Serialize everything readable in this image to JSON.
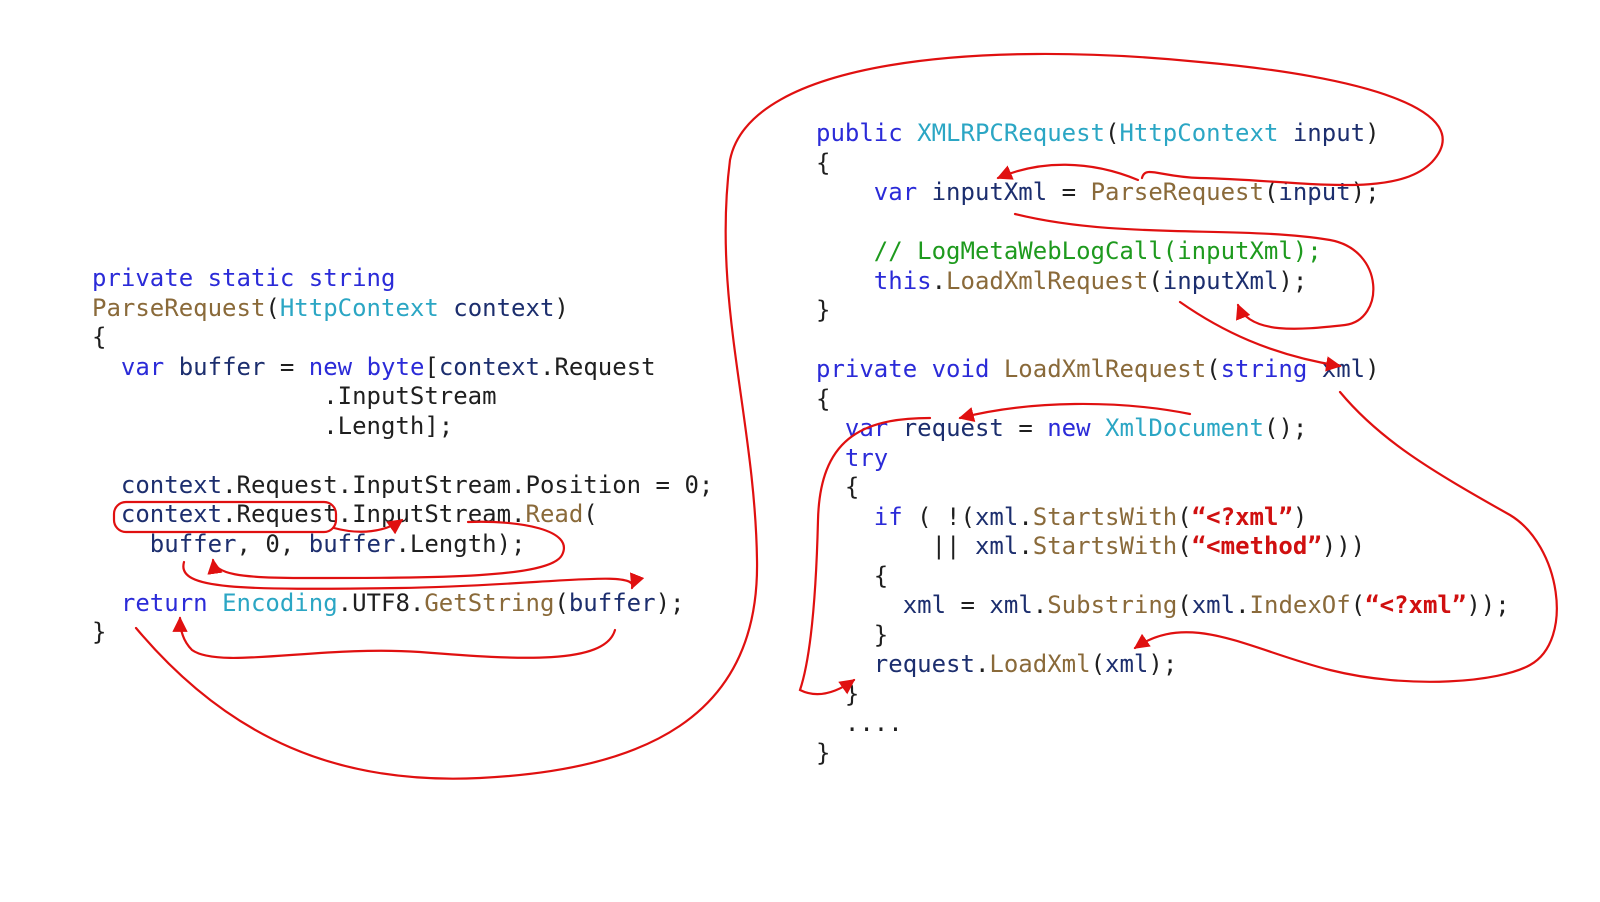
{
  "left_code": {
    "lines": [
      [
        [
          "private static string",
          "kw"
        ]
      ],
      [
        [
          "ParseRequest",
          "fn"
        ],
        [
          "(",
          "pl"
        ],
        [
          "HttpContext",
          "ty"
        ],
        [
          " ",
          "pl"
        ],
        [
          "context",
          "vr"
        ],
        [
          ")",
          "pl"
        ]
      ],
      [
        [
          "{",
          "pl"
        ]
      ],
      [
        [
          "  ",
          "pl"
        ],
        [
          "var",
          "kw"
        ],
        [
          " ",
          "pl"
        ],
        [
          "buffer",
          "vr"
        ],
        [
          " = ",
          "pl"
        ],
        [
          "new",
          "kw"
        ],
        [
          " ",
          "pl"
        ],
        [
          "byte",
          "kw"
        ],
        [
          "[",
          "pl"
        ],
        [
          "context",
          "vr"
        ],
        [
          ".Request",
          "pl"
        ]
      ],
      [
        [
          "                ",
          "pl"
        ],
        [
          ".InputStream",
          "pl"
        ]
      ],
      [
        [
          "                ",
          "pl"
        ],
        [
          ".Length];",
          "pl"
        ]
      ],
      [],
      [
        [
          "  ",
          "pl"
        ],
        [
          "context",
          "vr"
        ],
        [
          ".Request.InputStream.Position = 0;",
          "pl"
        ]
      ],
      [
        [
          "  ",
          "pl"
        ],
        [
          "context",
          "vr"
        ],
        [
          ".Request.InputStream.",
          "pl"
        ],
        [
          "Read",
          "fn"
        ],
        [
          "(",
          "pl"
        ]
      ],
      [
        [
          "    ",
          "pl"
        ],
        [
          "buffer",
          "vr"
        ],
        [
          ", 0, ",
          "pl"
        ],
        [
          "buffer",
          "vr"
        ],
        [
          ".Length);",
          "pl"
        ]
      ],
      [],
      [
        [
          "  ",
          "pl"
        ],
        [
          "return",
          "kw"
        ],
        [
          " ",
          "pl"
        ],
        [
          "Encoding",
          "ty"
        ],
        [
          ".UTF8.",
          "pl"
        ],
        [
          "GetString",
          "fn"
        ],
        [
          "(",
          "pl"
        ],
        [
          "buffer",
          "vr"
        ],
        [
          ");",
          "pl"
        ]
      ],
      [
        [
          "}",
          "pl"
        ]
      ]
    ]
  },
  "right_code": {
    "lines": [
      [
        [
          "public",
          "kw"
        ],
        [
          " ",
          "pl"
        ],
        [
          "XMLRPCRequest",
          "ty"
        ],
        [
          "(",
          "pl"
        ],
        [
          "HttpContext",
          "ty"
        ],
        [
          " ",
          "pl"
        ],
        [
          "input",
          "vr"
        ],
        [
          ")",
          "pl"
        ]
      ],
      [
        [
          "{",
          "pl"
        ]
      ],
      [
        [
          "    ",
          "pl"
        ],
        [
          "var",
          "kw"
        ],
        [
          " ",
          "pl"
        ],
        [
          "inputXml",
          "vr"
        ],
        [
          " = ",
          "pl"
        ],
        [
          "ParseRequest",
          "fn"
        ],
        [
          "(",
          "pl"
        ],
        [
          "input",
          "vr"
        ],
        [
          ");",
          "pl"
        ]
      ],
      [],
      [
        [
          "    ",
          "pl"
        ],
        [
          "// LogMetaWebLogCall(inputXml);",
          "cm"
        ]
      ],
      [
        [
          "    ",
          "pl"
        ],
        [
          "this",
          "kw"
        ],
        [
          ".",
          "pl"
        ],
        [
          "LoadXmlRequest",
          "fn"
        ],
        [
          "(",
          "pl"
        ],
        [
          "inputXml",
          "vr"
        ],
        [
          ");",
          "pl"
        ]
      ],
      [
        [
          "}",
          "pl"
        ]
      ],
      [],
      [
        [
          "private",
          "kw"
        ],
        [
          " ",
          "pl"
        ],
        [
          "void",
          "kw"
        ],
        [
          " ",
          "pl"
        ],
        [
          "LoadXmlRequest",
          "fn"
        ],
        [
          "(",
          "pl"
        ],
        [
          "string",
          "kw"
        ],
        [
          " ",
          "pl"
        ],
        [
          "xml",
          "vr"
        ],
        [
          ")",
          "pl"
        ]
      ],
      [
        [
          "{",
          "pl"
        ]
      ],
      [
        [
          "  ",
          "pl"
        ],
        [
          "var",
          "kw"
        ],
        [
          " ",
          "pl"
        ],
        [
          "request",
          "vr"
        ],
        [
          " = ",
          "pl"
        ],
        [
          "new",
          "kw"
        ],
        [
          " ",
          "pl"
        ],
        [
          "XmlDocument",
          "ty"
        ],
        [
          "();",
          "pl"
        ]
      ],
      [
        [
          "  ",
          "pl"
        ],
        [
          "try",
          "kw"
        ]
      ],
      [
        [
          "  ",
          "pl"
        ],
        [
          "{",
          "pl"
        ]
      ],
      [
        [
          "    ",
          "pl"
        ],
        [
          "if",
          "kw"
        ],
        [
          " ( !(",
          "pl"
        ],
        [
          "xml",
          "vr"
        ],
        [
          ".",
          "pl"
        ],
        [
          "StartsWith",
          "fn"
        ],
        [
          "(",
          "pl"
        ],
        [
          "“<?xml”",
          "st"
        ],
        [
          ")",
          "pl"
        ]
      ],
      [
        [
          "        || ",
          "pl"
        ],
        [
          "xml",
          "vr"
        ],
        [
          ".",
          "pl"
        ],
        [
          "StartsWith",
          "fn"
        ],
        [
          "(",
          "pl"
        ],
        [
          "“<method”",
          "st"
        ],
        [
          ")))",
          "pl"
        ]
      ],
      [
        [
          "    ",
          "pl"
        ],
        [
          "{",
          "pl"
        ]
      ],
      [
        [
          "      ",
          "pl"
        ],
        [
          "xml",
          "vr"
        ],
        [
          " = ",
          "pl"
        ],
        [
          "xml",
          "vr"
        ],
        [
          ".",
          "pl"
        ],
        [
          "Substring",
          "fn"
        ],
        [
          "(",
          "pl"
        ],
        [
          "xml",
          "vr"
        ],
        [
          ".",
          "pl"
        ],
        [
          "IndexOf",
          "fn"
        ],
        [
          "(",
          "pl"
        ],
        [
          "“<?xml”",
          "st"
        ],
        [
          "));",
          "pl"
        ]
      ],
      [
        [
          "    ",
          "pl"
        ],
        [
          "}",
          "pl"
        ]
      ],
      [
        [
          "    ",
          "pl"
        ],
        [
          "request",
          "vr"
        ],
        [
          ".",
          "pl"
        ],
        [
          "LoadXml",
          "fn"
        ],
        [
          "(",
          "pl"
        ],
        [
          "xml",
          "vr"
        ],
        [
          ");",
          "pl"
        ]
      ],
      [
        [
          "  ",
          "pl"
        ],
        [
          "}",
          "pl"
        ]
      ],
      [
        [
          "  ....",
          "pl"
        ]
      ],
      [
        [
          "}",
          "pl"
        ]
      ]
    ]
  },
  "colors": {
    "keyword": "#2b2bd8",
    "type": "#2ba6c4",
    "method": "#8a6a3a",
    "variable": "#1c2e6e",
    "comment": "#1e9a1e",
    "string": "#d01010",
    "flow_arrow": "#e01010"
  }
}
